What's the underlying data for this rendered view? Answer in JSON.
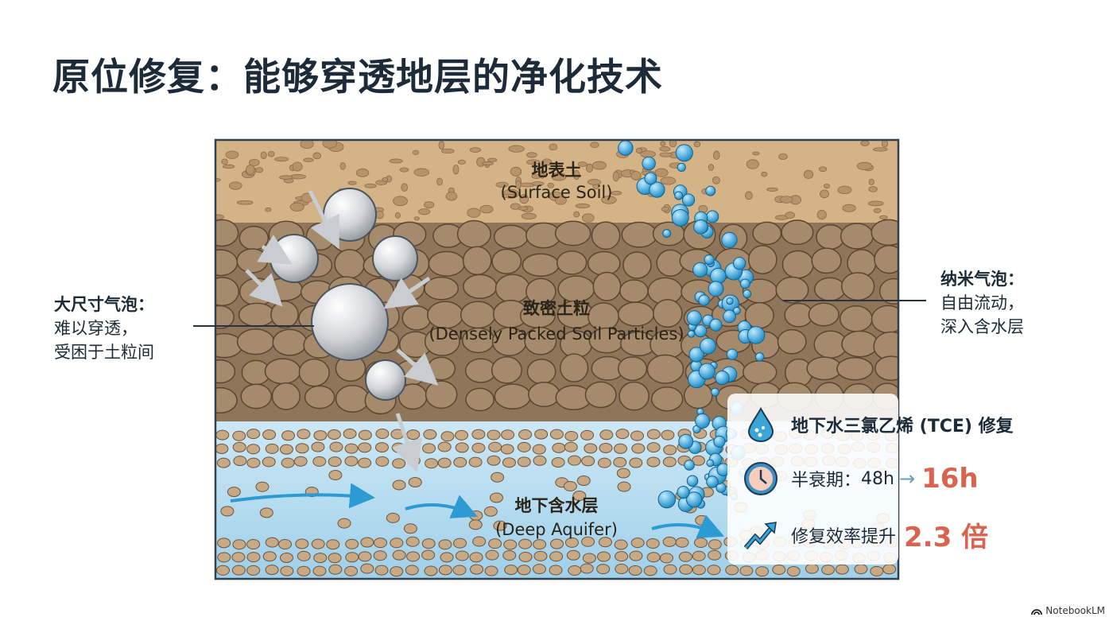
{
  "title": "原位修复：能够穿透地层的净化技术",
  "layers": {
    "surface": {
      "zh": "地表土",
      "en": "(Surface Soil)"
    },
    "dense": {
      "zh": "致密土粒",
      "en": "(Densely Packed Soil Particles)"
    },
    "aquifer": {
      "zh": "地下含水层",
      "en": "(Deep Aquifer)"
    }
  },
  "left_callout": {
    "heading": "大尺寸气泡：",
    "lines": [
      "难以穿透，",
      "受困于土粒间"
    ]
  },
  "right_callout": {
    "heading": "纳米气泡：",
    "lines": [
      "自由流动，",
      "深入含水层"
    ]
  },
  "info": {
    "heading": "地下水三氯乙烯 (TCE) 修复",
    "half_life_label": "半衰期：",
    "half_life_before": "48h",
    "half_life_arrow": "→",
    "half_life_after": "16h",
    "efficiency_label": "修复效率提升",
    "efficiency_value": "2.3 倍"
  },
  "watermark": "NotebookLM",
  "colors": {
    "accent": "#d9634f",
    "water": "#3aa6d8",
    "soil": "#d2b083",
    "rock": "#a68a6c",
    "aquifer": "#bfe1f2"
  }
}
